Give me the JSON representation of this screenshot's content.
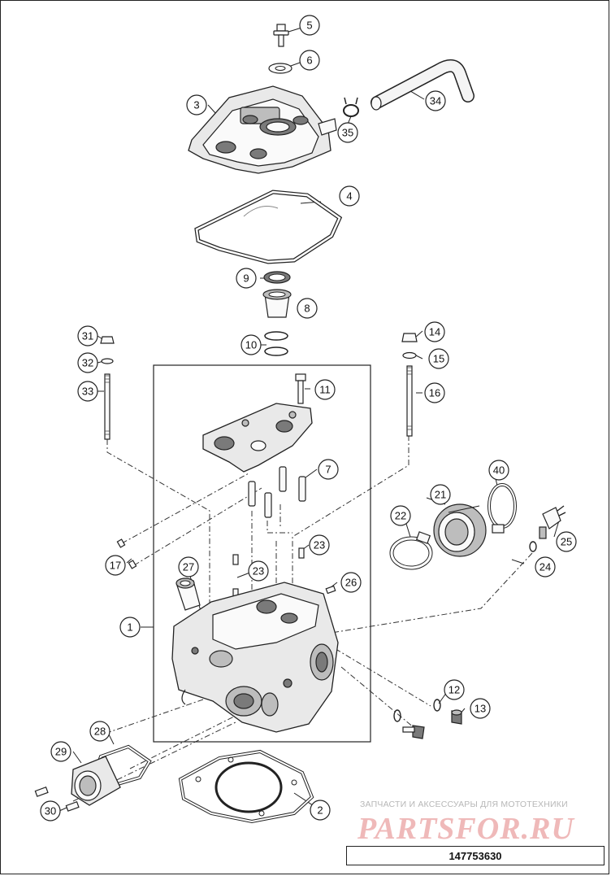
{
  "diagram_number": "147753630",
  "watermark": {
    "tagline": "ЗАПЧАСТИ И АКСЕССУАРЫ ДЛЯ МОТОТЕХНИКИ",
    "brand": "PARTSFOR.RU"
  },
  "callouts": [
    {
      "label": "1"
    },
    {
      "label": "2"
    },
    {
      "label": "3"
    },
    {
      "label": "4"
    },
    {
      "label": "5"
    },
    {
      "label": "6"
    },
    {
      "label": "7"
    },
    {
      "label": "8"
    },
    {
      "label": "9"
    },
    {
      "label": "10"
    },
    {
      "label": "11"
    },
    {
      "label": "12"
    },
    {
      "label": "13"
    },
    {
      "label": "14"
    },
    {
      "label": "15"
    },
    {
      "label": "16"
    },
    {
      "label": "17"
    },
    {
      "label": "21"
    },
    {
      "label": "22"
    },
    {
      "label": "23"
    },
    {
      "label": "23"
    },
    {
      "label": "24"
    },
    {
      "label": "25"
    },
    {
      "label": "26"
    },
    {
      "label": "27"
    },
    {
      "label": "28"
    },
    {
      "label": "29"
    },
    {
      "label": "30"
    },
    {
      "label": "31"
    },
    {
      "label": "32"
    },
    {
      "label": "33"
    },
    {
      "label": "34"
    },
    {
      "label": "35"
    },
    {
      "label": "40"
    }
  ]
}
